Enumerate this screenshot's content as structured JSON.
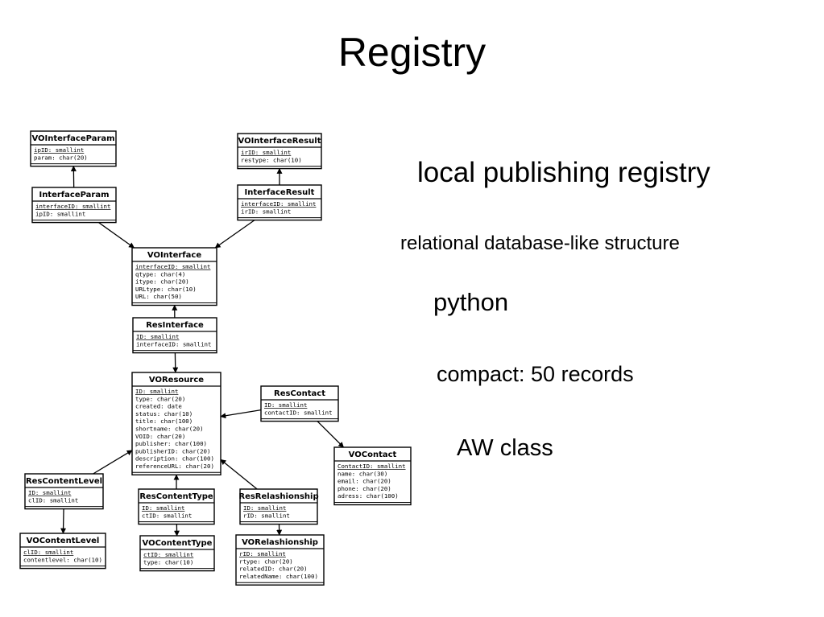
{
  "title": "Registry",
  "bullets": [
    "local publishing registry",
    "relational database-like structure",
    "python",
    "compact: 50 records",
    "AW class"
  ],
  "entities": {
    "VOInterfaceParam": {
      "name": "VOInterfaceParam",
      "attrs": [
        "ipID: smallint",
        "param: char(20)"
      ]
    },
    "InterfaceParam": {
      "name": "InterfaceParam",
      "attrs": [
        "interfaceID: smallint",
        "ipID: smallint"
      ]
    },
    "VOInterfaceResult": {
      "name": "VOInterfaceResult",
      "attrs": [
        "irID: smallint",
        "restype: char(10)"
      ]
    },
    "InterfaceResult": {
      "name": "InterfaceResult",
      "attrs": [
        "interfaceID: smallint",
        "irID: smallint"
      ]
    },
    "VOInterface": {
      "name": "VOInterface",
      "attrs": [
        "interfaceID: smallint",
        "qtype: char(4)",
        "itype: char(20)",
        "URLtype: char(10)",
        "URL: char(50)"
      ]
    },
    "ResInterface": {
      "name": "ResInterface",
      "attrs": [
        "ID: smallint",
        "interfaceID: smallint"
      ]
    },
    "VOResource": {
      "name": "VOResource",
      "attrs": [
        "ID: smallint",
        "type: char(20)",
        "created: date",
        "status: char(10)",
        "title: char(100)",
        "shortname: char(20)",
        "VOID: char(20)",
        "publisher: char(100)",
        "publisherID: char(20)",
        "description: char(100)",
        "referenceURL: char(20)"
      ]
    },
    "ResContact": {
      "name": "ResContact",
      "attrs": [
        "ID: smallint",
        "contactID: smallint"
      ]
    },
    "VOContact": {
      "name": "VOContact",
      "attrs": [
        "ContactID: smallint",
        "name: char(30)",
        "email: char(20)",
        "phone: char(20)",
        "adress: char(100)"
      ]
    },
    "ResContentLevel": {
      "name": "ResContentLevel",
      "attrs": [
        "ID: smallint",
        "clID: smallint"
      ]
    },
    "VOContentLevel": {
      "name": "VOContentLevel",
      "attrs": [
        "clID: smallint",
        "contentlevel: char(10)"
      ]
    },
    "ResContentType": {
      "name": "ResContentType",
      "attrs": [
        "ID: smallint",
        "ctID: smallint"
      ]
    },
    "VOContentType": {
      "name": "VOContentType",
      "attrs": [
        "ctID: smallint",
        "type: char(10)"
      ]
    },
    "ResRelashionship": {
      "name": "ResRelashionship",
      "attrs": [
        "ID: smallint",
        "rID: smallint"
      ]
    },
    "VORelashionship": {
      "name": "VORelashionship",
      "attrs": [
        "rID: smallint",
        "rtype: char(20)",
        "relatedID: char(20)",
        "relatedName: char(100)"
      ]
    }
  },
  "relations": [
    {
      "from": "InterfaceParam",
      "to": "VOInterfaceParam"
    },
    {
      "from": "InterfaceResult",
      "to": "VOInterfaceResult"
    },
    {
      "from": "InterfaceParam",
      "to": "VOInterface"
    },
    {
      "from": "InterfaceResult",
      "to": "VOInterface"
    },
    {
      "from": "ResInterface",
      "to": "VOInterface"
    },
    {
      "from": "ResInterface",
      "to": "VOResource"
    },
    {
      "from": "ResContact",
      "to": "VOResource"
    },
    {
      "from": "ResContact",
      "to": "VOContact"
    },
    {
      "from": "ResContentLevel",
      "to": "VOResource"
    },
    {
      "from": "ResContentLevel",
      "to": "VOContentLevel"
    },
    {
      "from": "ResContentType",
      "to": "VOResource"
    },
    {
      "from": "ResContentType",
      "to": "VOContentType"
    },
    {
      "from": "ResRelashionship",
      "to": "VOResource"
    },
    {
      "from": "ResRelashionship",
      "to": "VORelashionship"
    }
  ]
}
